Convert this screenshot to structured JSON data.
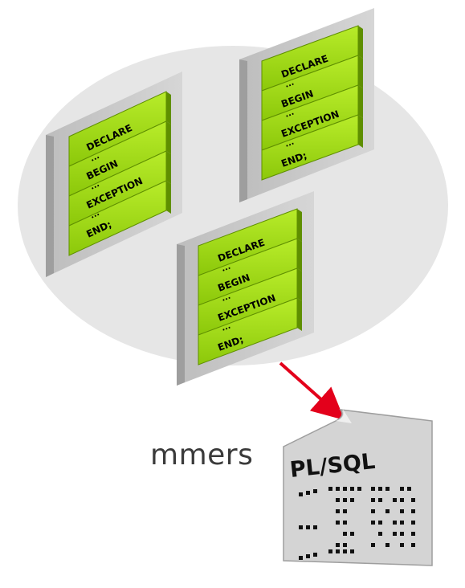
{
  "blocks": [
    {
      "sections": [
        "DECLARE",
        "BEGIN",
        "EXCEPTION",
        "END;"
      ],
      "ellipsis": "..."
    },
    {
      "sections": [
        "DECLARE",
        "BEGIN",
        "EXCEPTION",
        "END;"
      ],
      "ellipsis": "..."
    },
    {
      "sections": [
        "DECLARE",
        "BEGIN",
        "EXCEPTION",
        "END;"
      ],
      "ellipsis": "..."
    }
  ],
  "document_label": "PL/SQL",
  "caption_fragment": "mmers",
  "colors": {
    "ellipse": "#e6e6e6",
    "slab": "#c9c9c9",
    "block_green": "#9ad40f",
    "block_dark": "#5f8f00",
    "arrow": "#e3001b"
  }
}
